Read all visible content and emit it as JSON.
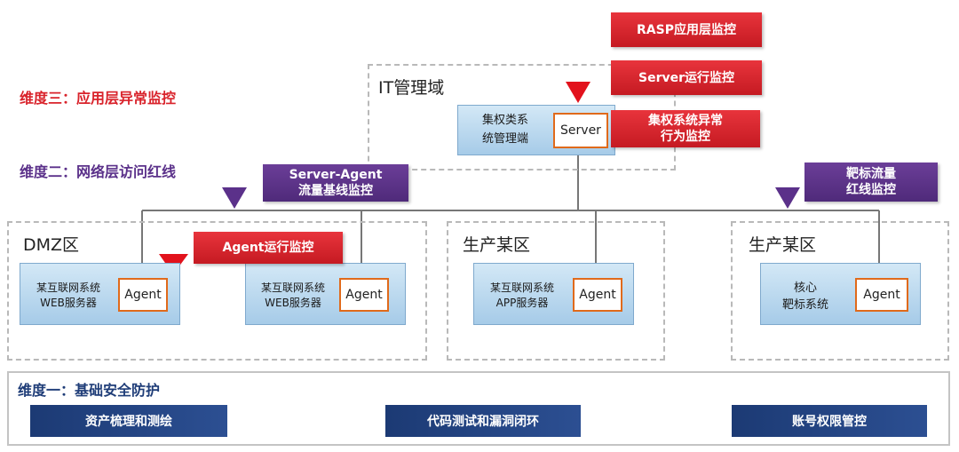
{
  "dimensions": {
    "three": "维度三：应用层异常监控",
    "two": "维度二：网络层访问红线",
    "one": "维度一：基础安全防护"
  },
  "zones": {
    "it": "IT管理域",
    "dmz": "DMZ区",
    "prod1": "生产某区",
    "prod2": "生产某区"
  },
  "server_box": {
    "label": "集权类系\n统管理端",
    "server": "Server"
  },
  "hosts": [
    {
      "label": "某互联网系统\nWEB服务器",
      "agent": "Agent"
    },
    {
      "label": "某互联网系统\nWEB服务器",
      "agent": "Agent"
    },
    {
      "label": "某互联网系统\nAPP服务器",
      "agent": "Agent"
    },
    {
      "label": "核心\n靶标系统",
      "agent": "Agent"
    }
  ],
  "tags": {
    "rasp": "RASP应用层监控",
    "server_monitor": "Server运行监控",
    "central_anomaly": "集权系统异常\n行为监控",
    "server_agent": "Server-Agent\n流量基线监控",
    "target_flow": "靶标流量\n红线监控",
    "agent_monitor": "Agent运行监控"
  },
  "bottom_bars": [
    "资产梳理和测绘",
    "代码测试和漏洞闭环",
    "账号权限管控"
  ],
  "colors": {
    "red": "#d9232b",
    "purple": "#5b318a",
    "navy": "#1f3d78",
    "agent_border": "#e06a1b",
    "host_fill": "#b7d6ee",
    "dim_one": "#1f3d78"
  }
}
